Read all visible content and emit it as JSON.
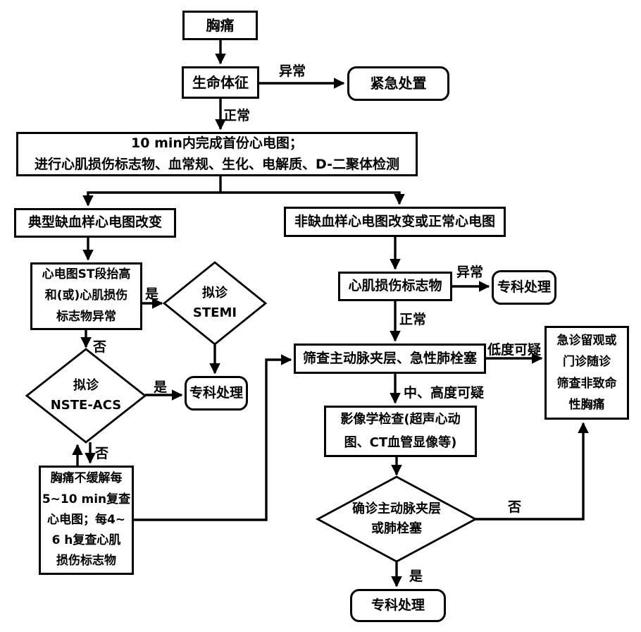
{
  "nodes": {
    "chest_pain": "胸痛",
    "vital_signs": "生命体征",
    "emergency": "紧急处置",
    "initial_workup": "10 min内完成首份心电图；\n进行心肌损伤标志物、血常规、生化、电解质、D-二聚体检测",
    "typical_ischemic": "典型缺血样心电图改变",
    "non_ischemic": "非缺血样心电图改变或正常心电图",
    "st_elevation": "心电图ST段抬高\n和(或)心肌损伤\n标志物异常",
    "stemi": "拟诊\nSTEMI",
    "specialist_left": "专科处理",
    "nste_acs": "拟诊\nNSTE-ACS",
    "recheck": "胸痛不缓解每\n5~10 min复查\n心电图；每4~\n6 h复查心肌\n损伤标志物",
    "markers": "心肌损伤标志物",
    "specialist_right": "专科处理",
    "screen": "筛查主动脉夹层、急性肺栓塞",
    "imaging": "影像学检查(超声心动\n图、CT血管显像等)",
    "confirm": "确诊主动脉夹层\n或肺栓塞",
    "observe": "急诊留观或\n门诊随诊\n筛查非致命\n性胸痛",
    "specialist_bottom": "专科处理"
  },
  "edge_labels": {
    "abnormal1": "异常",
    "normal1": "正常",
    "yes_stemi": "是",
    "no_stemi": "否",
    "yes_nste": "是",
    "no_nste": "否",
    "abnormal2": "异常",
    "normal2": "正常",
    "low_suspicion": "低度可疑",
    "mid_high_suspicion": "中、高度可疑",
    "no_confirm": "否",
    "yes_confirm": "是"
  },
  "colors": {
    "line": "#000000",
    "background": "#ffffff",
    "box_fill": "#ffffff"
  }
}
